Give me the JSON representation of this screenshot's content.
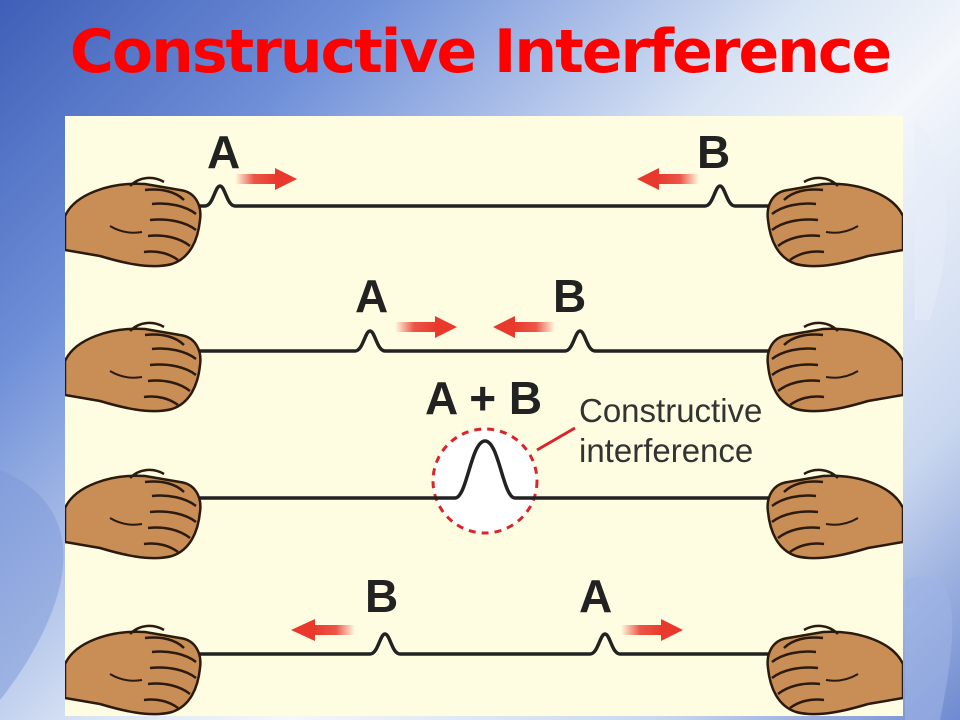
{
  "slide": {
    "title": "Constructive Interference",
    "title_color": "#ff0000"
  },
  "figure": {
    "rows": [
      {
        "left_label": "A",
        "right_label": "B",
        "left_arrow": "right-arrow-icon",
        "right_arrow": "left-arrow-icon"
      },
      {
        "left_label": "A",
        "right_label": "B",
        "left_arrow": "right-arrow-icon",
        "right_arrow": "left-arrow-icon"
      },
      {
        "combined_label": "A + B"
      },
      {
        "left_label": "B",
        "right_label": "A",
        "left_arrow": "left-arrow-icon",
        "right_arrow": "right-arrow-icon"
      }
    ],
    "callout": {
      "line1": "Constructive",
      "line2": "interference"
    },
    "colors": {
      "arrow": "#e8392c",
      "dashed_circle": "#d9242b",
      "hand": "#c98e55",
      "rope": "#222222",
      "panel": "#fffde1"
    }
  }
}
